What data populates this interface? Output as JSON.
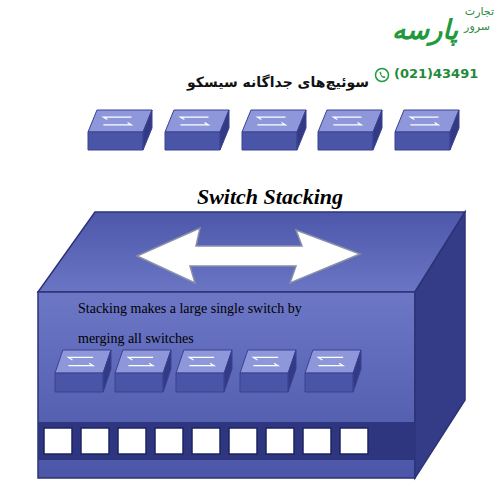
{
  "diagram": {
    "nodes": [
      {
        "text": [
          "Switch Stacking",
          "Stacking makes a large single switch by merging all switches"
        ]
      }
    ],
    "edges": [],
    "labels": [
      "تجارت",
      "سرور",
      "پارسه",
      "(021)43491",
      "سوئیچ‌های جداگانه سیسکو"
    ]
  }
}
